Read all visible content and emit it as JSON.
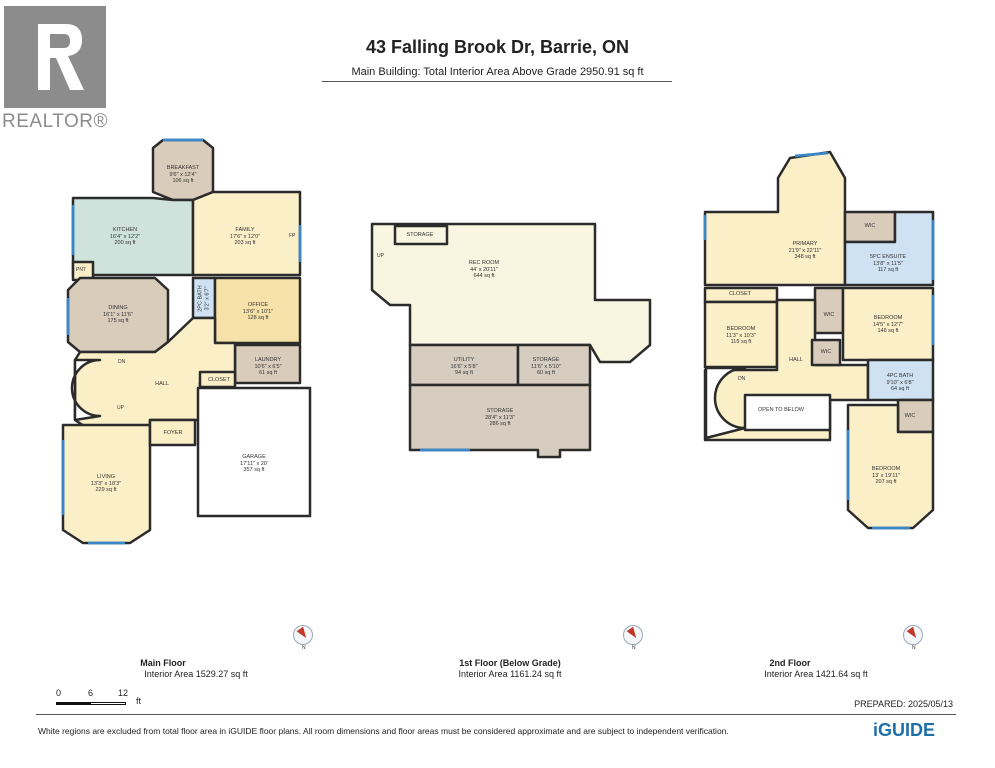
{
  "brand": {
    "realtor": "REALTOR®"
  },
  "header": {
    "title": "43 Falling Brook Dr, Barrie, ON",
    "subtitle": "Main Building: Total Interior Area Above Grade 2950.91 sq ft"
  },
  "colors": {
    "wall": "#2b2b2b",
    "window": "#3a87c8",
    "kitchen": "#cfe3dc",
    "living": "#fbefc8",
    "tan": "#d9ccbb",
    "bath": "#cfe2f3",
    "office": "#f6e2a8",
    "rec": "#f8f5e0",
    "storage": "#d6cdc0"
  },
  "floors": {
    "main": {
      "name": "Main Floor",
      "area": "Interior Area 1529.27 sq ft",
      "rooms": {
        "breakfast": {
          "name": "BREAKFAST",
          "dims": "9'6\" x 12'4\"",
          "area": "106 sq ft"
        },
        "kitchen": {
          "name": "KITCHEN",
          "dims": "16'4\" x 12'2\"",
          "area": "200 sq ft"
        },
        "family": {
          "name": "FAMILY",
          "dims": "17'6\" x 12'0\"",
          "area": "203 sq ft"
        },
        "dining": {
          "name": "DINING",
          "dims": "16'1\" x 11'6\"",
          "area": "175 sq ft"
        },
        "office": {
          "name": "OFFICE",
          "dims": "13'6\" x 10'1\"",
          "area": "128 sq ft"
        },
        "bath": {
          "name": "2PC BATH",
          "dims": "3'2\" x 6'7\""
        },
        "laundry": {
          "name": "LAUNDRY",
          "dims": "10'6\" x 6'5\"",
          "area": "61 sq ft"
        },
        "hall": {
          "name": "HALL"
        },
        "closet": {
          "name": "CLOSET"
        },
        "foyer": {
          "name": "FOYER"
        },
        "living": {
          "name": "LIVING",
          "dims": "13'3\" x 18'3\"",
          "area": "229 sq ft"
        },
        "garage": {
          "name": "GARAGE",
          "dims": "17'11\" x 20'",
          "area": "357 sq ft"
        },
        "pnt": {
          "name": "PNT"
        },
        "fp": {
          "name": "FP"
        },
        "dn": {
          "name": "DN"
        },
        "up": {
          "name": "UP"
        }
      }
    },
    "lower": {
      "name": "1st Floor (Below Grade)",
      "area": "Interior Area 1161.24 sq ft",
      "rooms": {
        "rec": {
          "name": "REC ROOM",
          "dims": "44' x 20'11\"",
          "area": "644 sq ft"
        },
        "storage1": {
          "name": "STORAGE"
        },
        "utility": {
          "name": "UTILITY",
          "dims": "16'6\" x 5'8\"",
          "area": "94 sq ft"
        },
        "storage2": {
          "name": "STORAGE",
          "dims": "11'6\" x 5'10\"",
          "area": "60 sq ft"
        },
        "storage3": {
          "name": "STORAGE",
          "dims": "28'4\" x 11'3\"",
          "area": "286 sq ft"
        },
        "up": {
          "name": "UP"
        }
      }
    },
    "second": {
      "name": "2nd Floor",
      "area": "Interior Area 1421.64 sq ft",
      "rooms": {
        "primary": {
          "name": "PRIMARY",
          "dims": "21'9\" x 22'11\"",
          "area": "348 sq ft"
        },
        "wic1": {
          "name": "WIC"
        },
        "ensuite": {
          "name": "5PC ENSUITE",
          "dims": "13'8\" x 11'5\"",
          "area": "117 sq ft"
        },
        "closet": {
          "name": "CLOSET"
        },
        "bedroom1": {
          "name": "BEDROOM",
          "dims": "11'3\" x 10'3\"",
          "area": "115 sq ft"
        },
        "wic2": {
          "name": "WIC"
        },
        "bedroom2": {
          "name": "BEDROOM",
          "dims": "14'5\" x 12'7\"",
          "area": "146 sq ft"
        },
        "hall": {
          "name": "HALL"
        },
        "wic3": {
          "name": "WIC"
        },
        "bath": {
          "name": "4PC BATH",
          "dims": "9'10\" x 6'8\"",
          "area": "64 sq ft"
        },
        "open": {
          "name": "OPEN TO BELOW"
        },
        "wic4": {
          "name": "WIC"
        },
        "bedroom3": {
          "name": "BEDROOM",
          "dims": "13' x 19'11\"",
          "area": "207 sq ft"
        },
        "dn": {
          "name": "DN"
        }
      }
    }
  },
  "compass": {
    "north": "N"
  },
  "scale": {
    "labels": [
      "0",
      "6",
      "12"
    ],
    "unit": "ft"
  },
  "footer": {
    "prepared": "PREPARED: 2025/05/13",
    "disclaimer": "White regions are excluded from total floor area in iGUIDE floor plans. All room dimensions and floor areas must be considered approximate and are subject to independent verification.",
    "brand": "iGUIDE"
  }
}
